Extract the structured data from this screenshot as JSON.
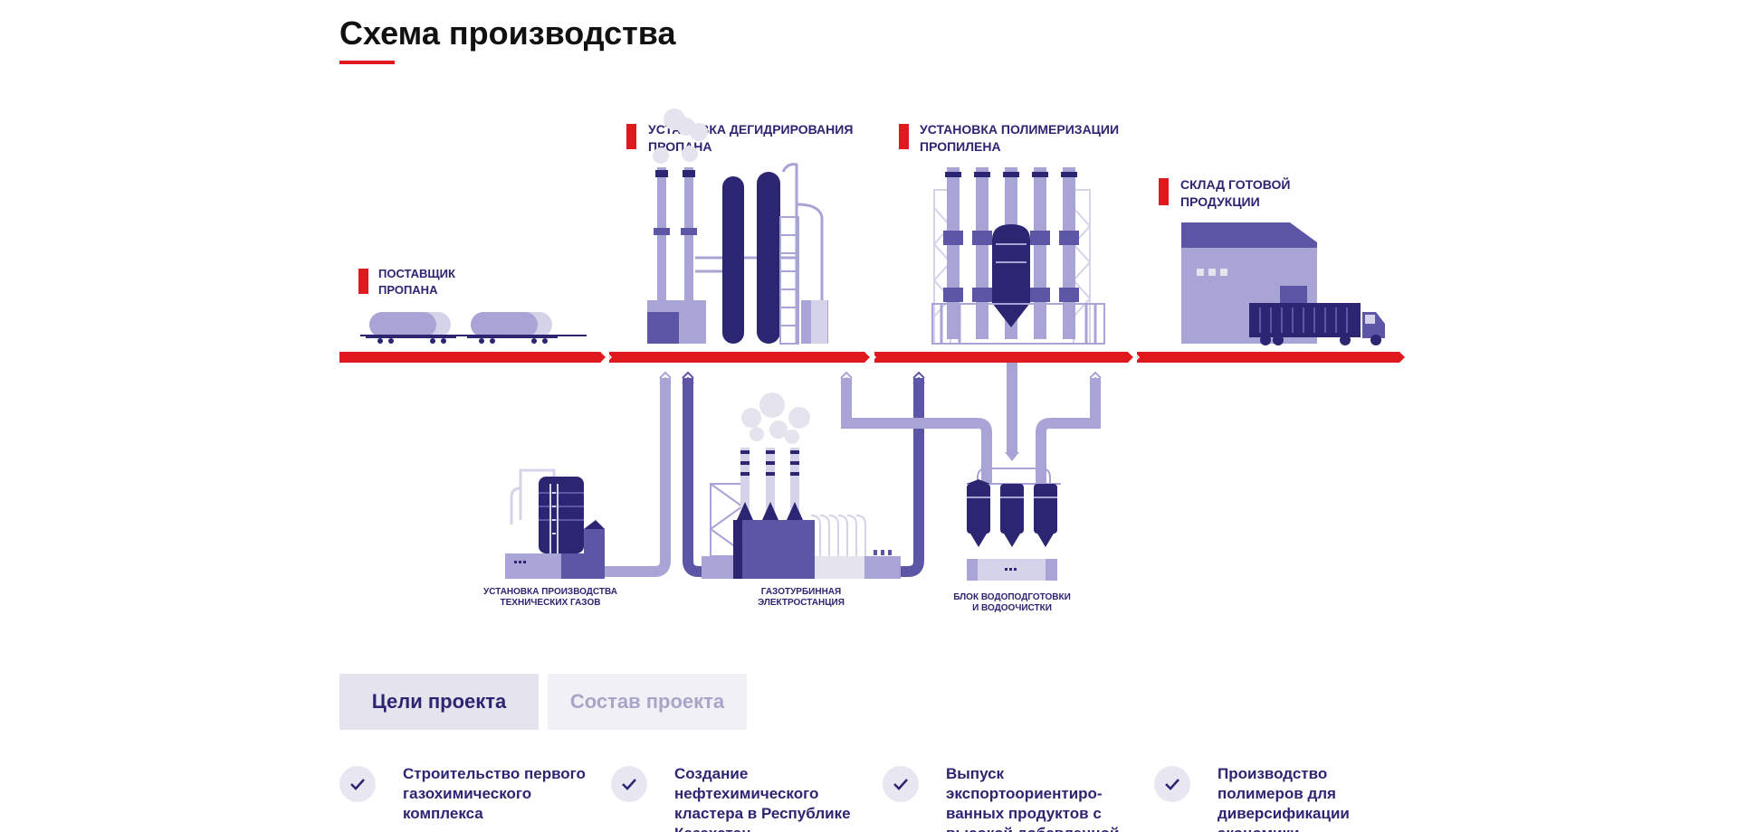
{
  "page": {
    "title": "Схема производства"
  },
  "diagram": {
    "top_stations": [
      {
        "id": "supplier",
        "line1": "ПОСТАВЩИК",
        "line2": "ПРОПАНА"
      },
      {
        "id": "dehydro",
        "line1": "УСТАНОВКА ДЕГИДРИРОВАНИЯ",
        "line2": "ПРОПАНА"
      },
      {
        "id": "polymer",
        "line1": "УСТАНОВКА ПОЛИМЕРИЗАЦИИ",
        "line2": "ПРОПИЛЕНА"
      },
      {
        "id": "warehouse",
        "line1": "СКЛАД ГОТОВОЙ",
        "line2": "ПРОДУКЦИИ"
      }
    ],
    "bottom_units": [
      {
        "id": "gases",
        "line1": "УСТАНОВКА ПРОИЗВОДСТВА",
        "line2": "ТЕХНИЧЕСКИХ ГАЗОВ"
      },
      {
        "id": "power",
        "line1": "ГАЗОТУРБИННАЯ",
        "line2": "ЭЛЕКТРОСТАНЦИЯ"
      },
      {
        "id": "water",
        "line1": "БЛОК ВОДОПОДГОТОВКИ",
        "line2": "И ВОДООЧИСТКИ"
      }
    ],
    "colors": {
      "accent_red": "#e0191e",
      "dark_purple": "#2c2572",
      "mid_purple": "#5d55a6",
      "light_purple": "#a8a5d6",
      "pale_purple": "#d5d3ea"
    }
  },
  "tabs": [
    {
      "label": "Цели проекта",
      "active": true
    },
    {
      "label": "Состав проекта",
      "active": false
    }
  ],
  "goals": [
    {
      "lines": [
        "Строительство первого",
        "газохимического",
        "комплекса"
      ]
    },
    {
      "lines": [
        "Создание",
        "нефтехимического",
        "кластера в Республике",
        "Казахстан"
      ]
    },
    {
      "lines": [
        "Выпуск",
        "экспортоориентиро-",
        "ванных продуктов с",
        "высокой добавленной"
      ]
    },
    {
      "lines": [
        "Производство",
        "полимеров для",
        "диверсификации",
        "экономики"
      ]
    }
  ]
}
